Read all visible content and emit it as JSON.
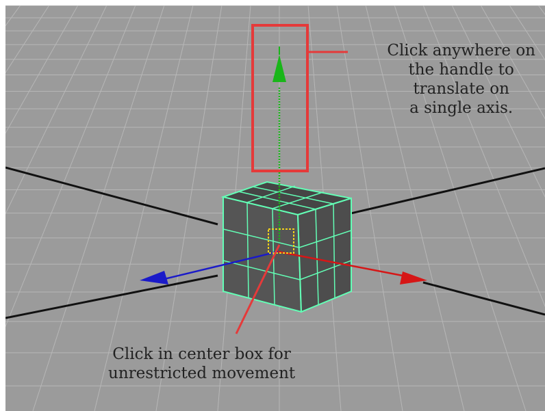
{
  "viewport": {
    "background": "#9b9b9b",
    "grid_color": "#b7b7b7",
    "wire_color": "#63ffb6"
  },
  "gizmo": {
    "y_axis_color": "#19b619",
    "x_axis_color": "#d61616",
    "z_axis_color": "#1a1ac9",
    "center_box_color": "#f2d21a",
    "icons": [
      "y-axis-arrow-icon",
      "x-axis-arrow-icon",
      "z-axis-arrow-icon",
      "center-box-icon"
    ]
  },
  "annotations": {
    "highlight_color": "#e53a3a",
    "top_callout": {
      "lines": [
        "Click anywhere on",
        "the handle to",
        "translate on",
        "a single axis."
      ]
    },
    "bottom_callout": {
      "lines": [
        "Click in center box for",
        "unrestricted movement"
      ]
    }
  }
}
